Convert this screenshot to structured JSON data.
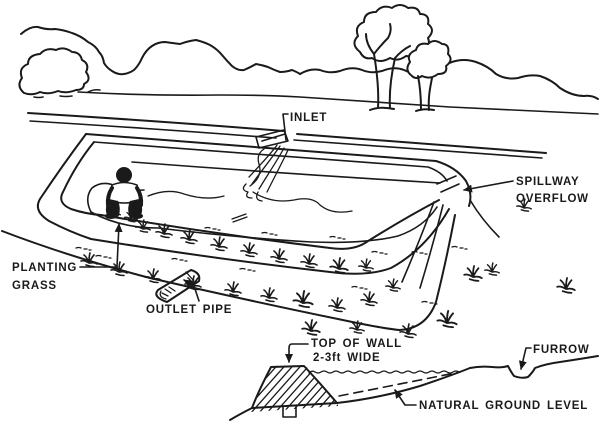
{
  "diagram": {
    "title": "Hand-drawn pond / reservoir construction diagram",
    "colors": {
      "ink": "#1a1a1a",
      "paper": "#ffffff"
    },
    "labels": {
      "inlet": "INLET",
      "spillway_line1": "SPILLWAY",
      "spillway_line2": "OVERFLOW",
      "planting_line1": "PLANTING",
      "planting_line2": "GRASS",
      "outlet_pipe": "OUTLET PIPE",
      "top_of_wall_line1": "TOP OF WALL",
      "top_of_wall_line2": "2-3ft WIDE",
      "furrow": "FURROW",
      "natural_ground_level": "NATURAL GROUND LEVEL"
    }
  }
}
